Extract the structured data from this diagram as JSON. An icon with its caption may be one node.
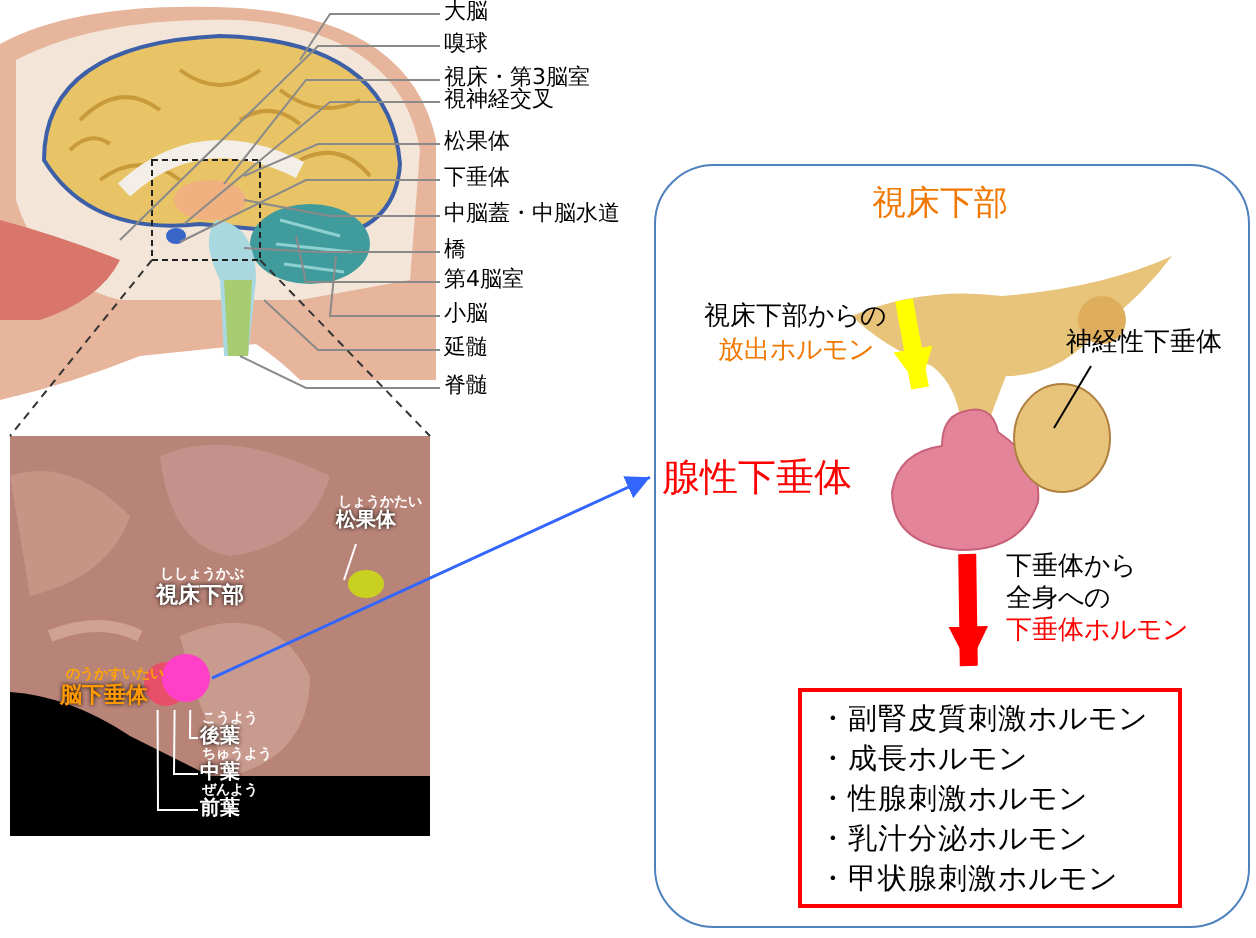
{
  "diagram": {
    "nodes": [
      {
        "text": [],
        "shape": "picture"
      },
      {
        "text": [
          "大脳"
        ]
      },
      {
        "text": [
          "嗅球"
        ]
      },
      {
        "text": [
          "視床・第3脳室"
        ]
      },
      {
        "text": [
          "視神経交叉"
        ]
      },
      {
        "text": [
          "松果体"
        ]
      },
      {
        "text": [
          "下垂体"
        ]
      },
      {
        "text": [
          "中脳蓋・中脳水道"
        ]
      },
      {
        "text": [
          "橋"
        ]
      },
      {
        "text": [
          "第4脳室"
        ]
      },
      {
        "text": [
          "小脳"
        ]
      },
      {
        "text": [
          "延髄"
        ]
      },
      {
        "text": [
          "脊髄"
        ]
      },
      {
        "text": [],
        "shape": "picture"
      },
      {
        "text": [
          "しょうかたい",
          "松果体"
        ],
        "in": 13
      },
      {
        "text": [],
        "shape": "circle",
        "in": 13
      },
      {
        "text": [
          "こうよう",
          "後葉"
        ],
        "in": 13
      },
      {
        "text": [
          "ちゅうよう",
          "中葉"
        ],
        "in": 13
      },
      {
        "text": [
          "ぜんよう",
          "前葉"
        ],
        "in": 13
      },
      {
        "text": [],
        "shape": "box"
      },
      {
        "text": [
          "視床下部"
        ],
        "in": 19
      },
      {
        "text": [],
        "shape": "picture",
        "beside": [
          "腺性下垂体"
        ],
        "in": 19
      },
      {
        "text": [],
        "shape": "circle",
        "in": 19
      },
      {
        "text": [
          "神経性下垂体"
        ],
        "in": 19
      },
      {
        "text": [
          "・副腎皮質刺激ホルモン",
          "・成長ホルモン",
          "・性腺刺激ホルモン",
          "・乳汁分泌ホルモン",
          "・甲状腺刺激ホルモン"
        ],
        "in": 19
      }
    ],
    "edges": [
      {
        "from": 1,
        "to": 0,
        "arrow": "none"
      },
      {
        "from": 2,
        "to": 0,
        "arrow": "none"
      },
      {
        "from": 3,
        "to": 0,
        "arrow": "none"
      },
      {
        "from": 4,
        "to": 0,
        "arrow": "none"
      },
      {
        "from": 5,
        "to": 0,
        "arrow": "none"
      },
      {
        "from": 6,
        "to": 0,
        "arrow": "none"
      },
      {
        "from": 7,
        "to": 0,
        "arrow": "none"
      },
      {
        "from": 8,
        "to": 0,
        "arrow": "none"
      },
      {
        "from": 9,
        "to": 0,
        "arrow": "none"
      },
      {
        "from": 10,
        "to": 0,
        "arrow": "none"
      },
      {
        "from": 11,
        "to": 0,
        "arrow": "none"
      },
      {
        "from": 12,
        "to": 0,
        "arrow": "none"
      },
      {
        "from": 0,
        "to": 13,
        "arrow": "none",
        "style": "dashed",
        "color": "#333333"
      },
      {
        "from": 14,
        "to": null,
        "arrow": "none",
        "color": "#ffffff"
      },
      {
        "from": 16,
        "to": 15,
        "arrow": "none",
        "color": "#ffffff"
      },
      {
        "from": 17,
        "to": 15,
        "arrow": "none",
        "color": "#ffffff"
      },
      {
        "from": 18,
        "to": 15,
        "arrow": "none",
        "color": "#ffffff"
      },
      {
        "from": 15,
        "to": 19,
        "arrow": "to",
        "color": "#3366ff"
      },
      {
        "from": 20,
        "to": 21,
        "arrow": "to",
        "style": "thick",
        "color": "#ffff00"
      },
      {
        "from": 23,
        "to": 22,
        "arrow": "none",
        "color": "#000000"
      },
      {
        "from": 21,
        "to": 24,
        "arrow": "to",
        "style": "thick",
        "color": "#ff0000"
      }
    ],
    "labels": [
      "ししょうかぶ",
      "視床下部",
      "のうかすいたい",
      "脳下垂体",
      "視床下部からの",
      "放出ホルモン",
      "下垂体から全身への",
      "下垂体ホルモン"
    ]
  }
}
